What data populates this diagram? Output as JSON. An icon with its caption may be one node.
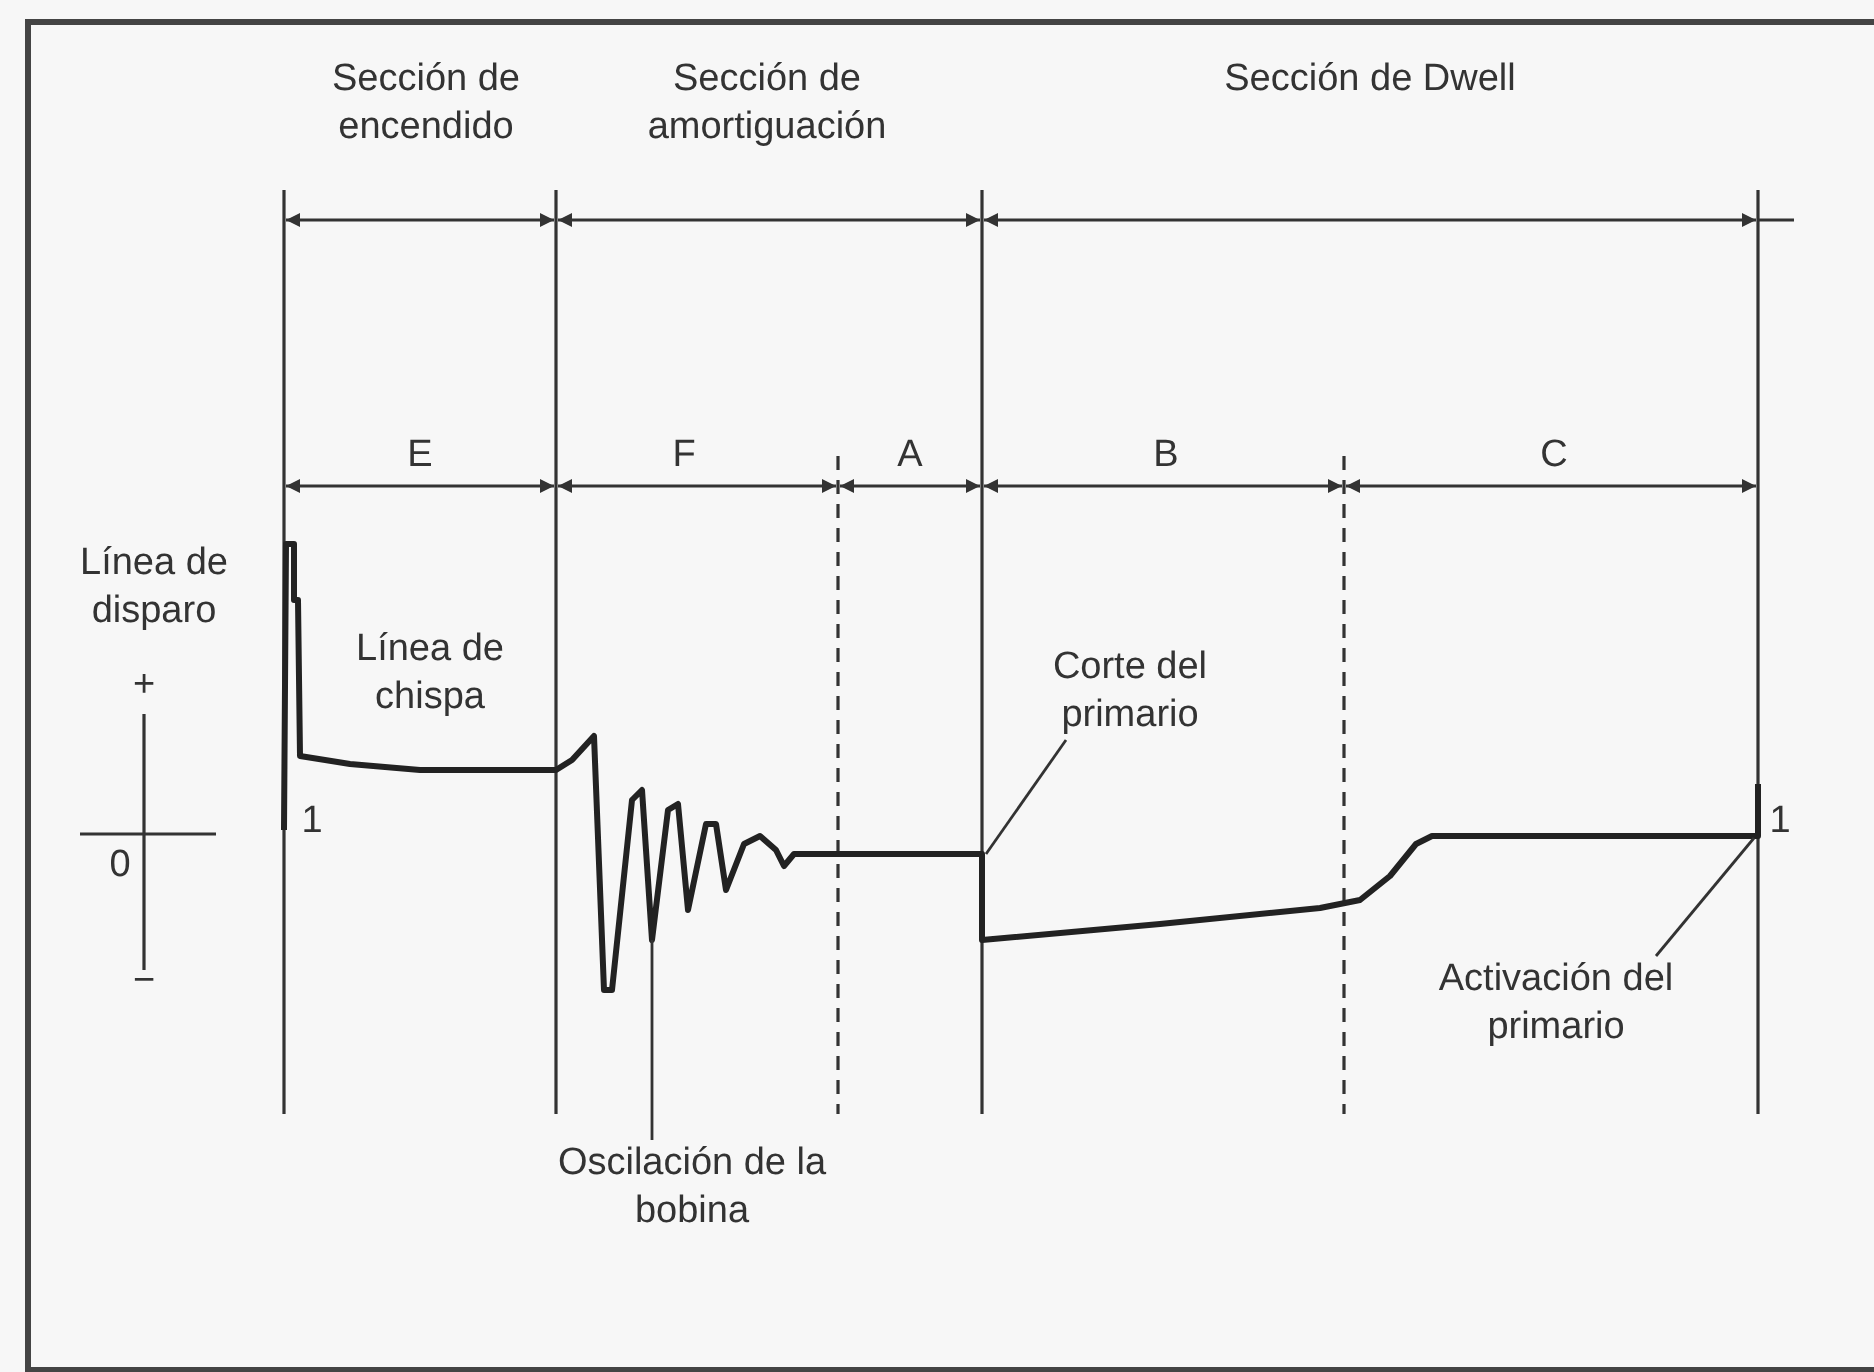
{
  "diagram": {
    "nodes": [
      {
        "text": [
          "Corte del primario"
        ]
      },
      {
        "text": [
          "Activación del primario"
        ]
      },
      {
        "text": [
          "Oscilación de la bobina"
        ]
      }
    ],
    "edges": [
      {
        "from": 0,
        "to": null,
        "arrow": "none"
      },
      {
        "from": 1,
        "to": null,
        "arrow": "none"
      },
      {
        "from": 2,
        "to": null,
        "arrow": "none"
      }
    ],
    "labels": [
      "Sección de encendido",
      "Sección de amortiguación",
      "Sección de Dwell",
      "E",
      "F",
      "A",
      "B",
      "C",
      "Línea de disparo",
      "Línea de chispa",
      "+",
      "0",
      "1",
      "−",
      "1"
    ]
  }
}
